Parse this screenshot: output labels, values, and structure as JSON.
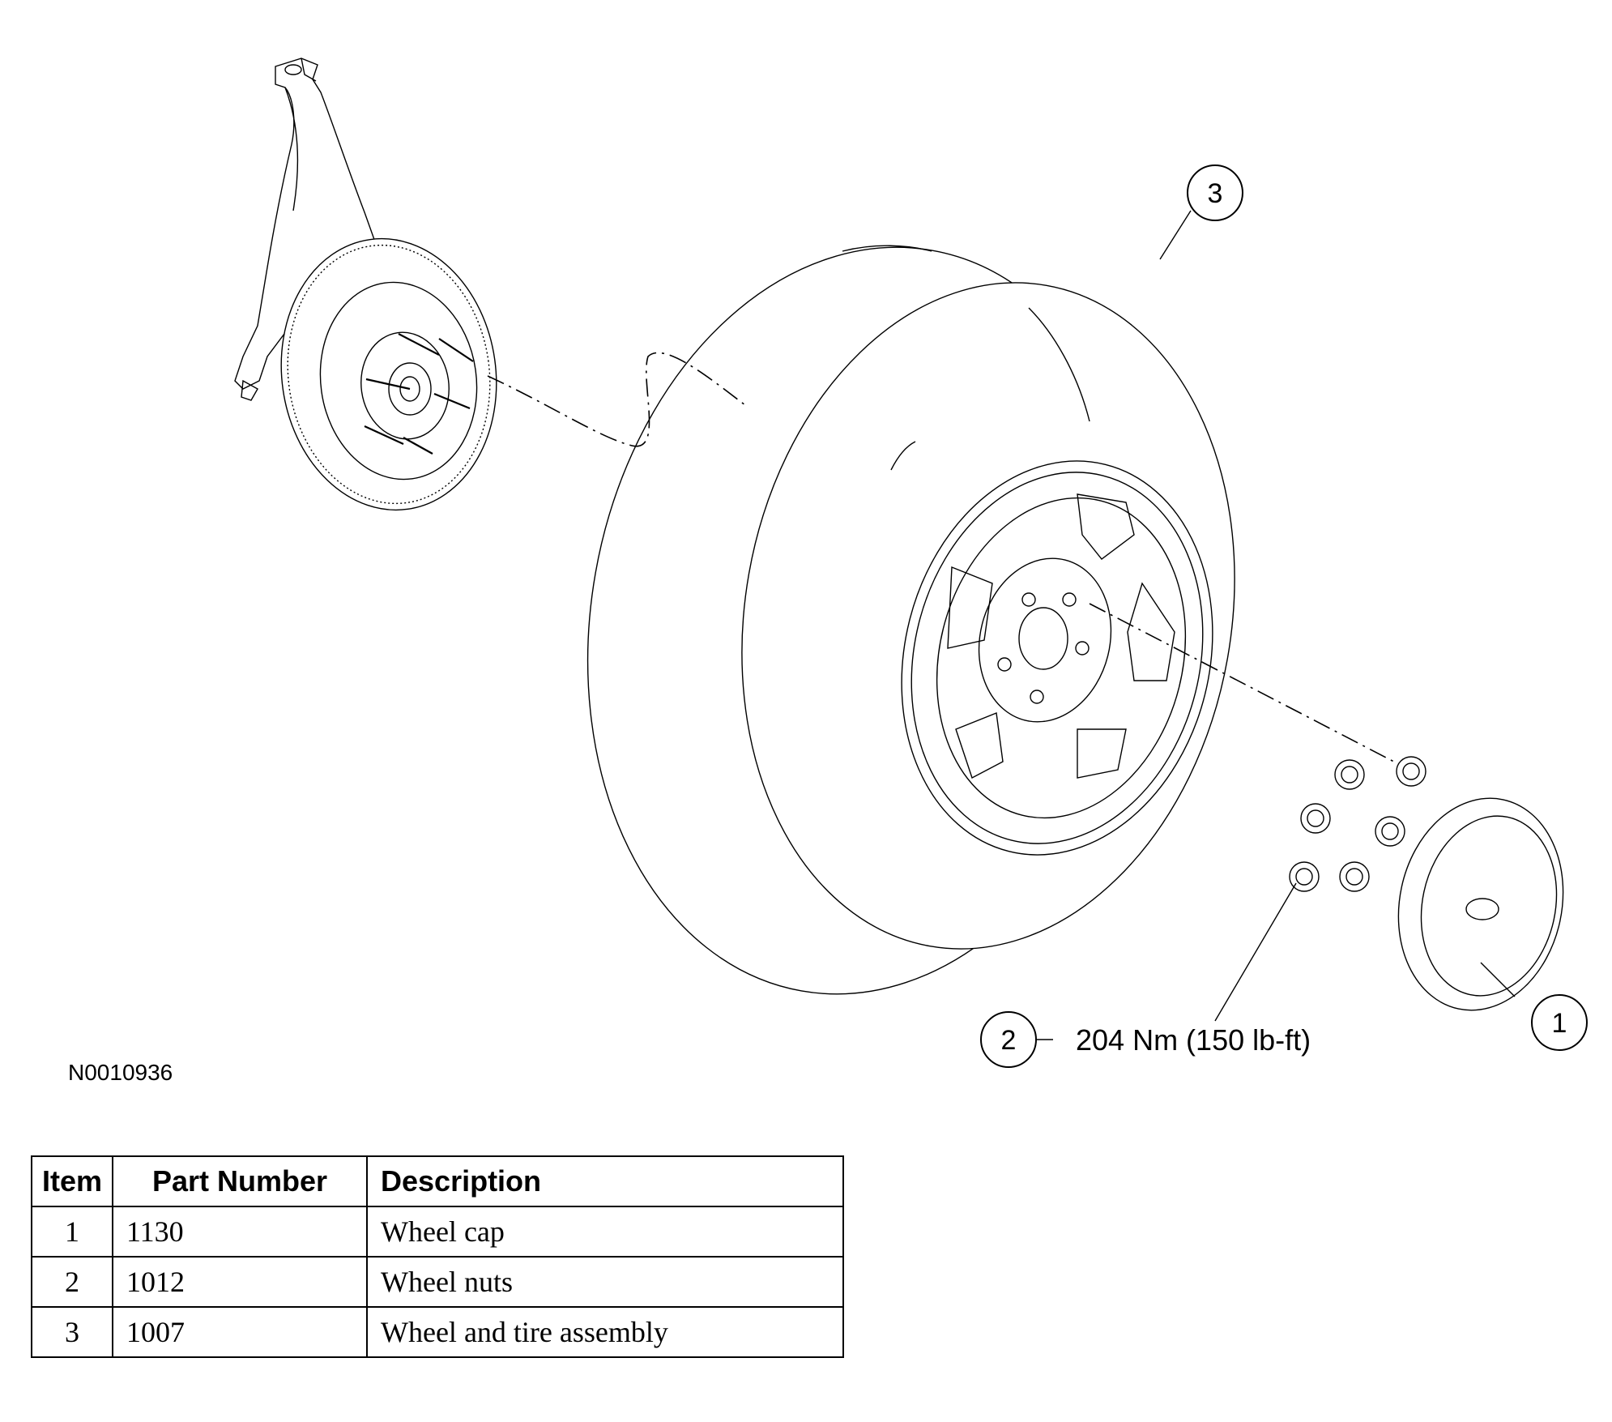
{
  "callouts": [
    {
      "id": "1",
      "label": "1"
    },
    {
      "id": "2",
      "label": "2"
    },
    {
      "id": "3",
      "label": "3"
    }
  ],
  "torque_spec": "204 Nm (150 lb-ft)",
  "figure_id": "N0010936",
  "table": {
    "headers": [
      "Item",
      "Part Number",
      "Description"
    ],
    "rows": [
      {
        "item": "1",
        "part_number": "1130",
        "description": "Wheel cap"
      },
      {
        "item": "2",
        "part_number": "1012",
        "description": "Wheel nuts"
      },
      {
        "item": "3",
        "part_number": "1007",
        "description": "Wheel and tire assembly"
      }
    ]
  }
}
